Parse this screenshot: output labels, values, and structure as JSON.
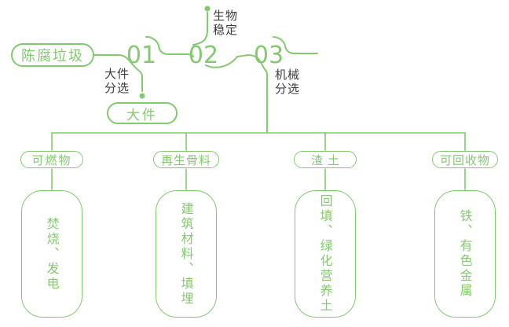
{
  "diagram": {
    "title_hint": "waste-processing-flowchart",
    "source": {
      "label": "陈腐垃圾"
    },
    "steps": [
      {
        "number": "01",
        "label": "大件\n分选",
        "output": "大件"
      },
      {
        "number": "02",
        "label": "生物\n稳定"
      },
      {
        "number": "03",
        "label": "机械\n分选"
      }
    ],
    "outputs": [
      {
        "category": "可燃物",
        "use": "焚烧、发电"
      },
      {
        "category": "再生骨料",
        "use": "建筑材料、填埋"
      },
      {
        "category": "渣土",
        "use": "回填、绿化营养土"
      },
      {
        "category": "可回收物",
        "use": "铁、有色金属"
      }
    ],
    "colors": {
      "green": "#84c970",
      "text_dark": "#3c3c3c",
      "background": "#ffffff"
    }
  }
}
